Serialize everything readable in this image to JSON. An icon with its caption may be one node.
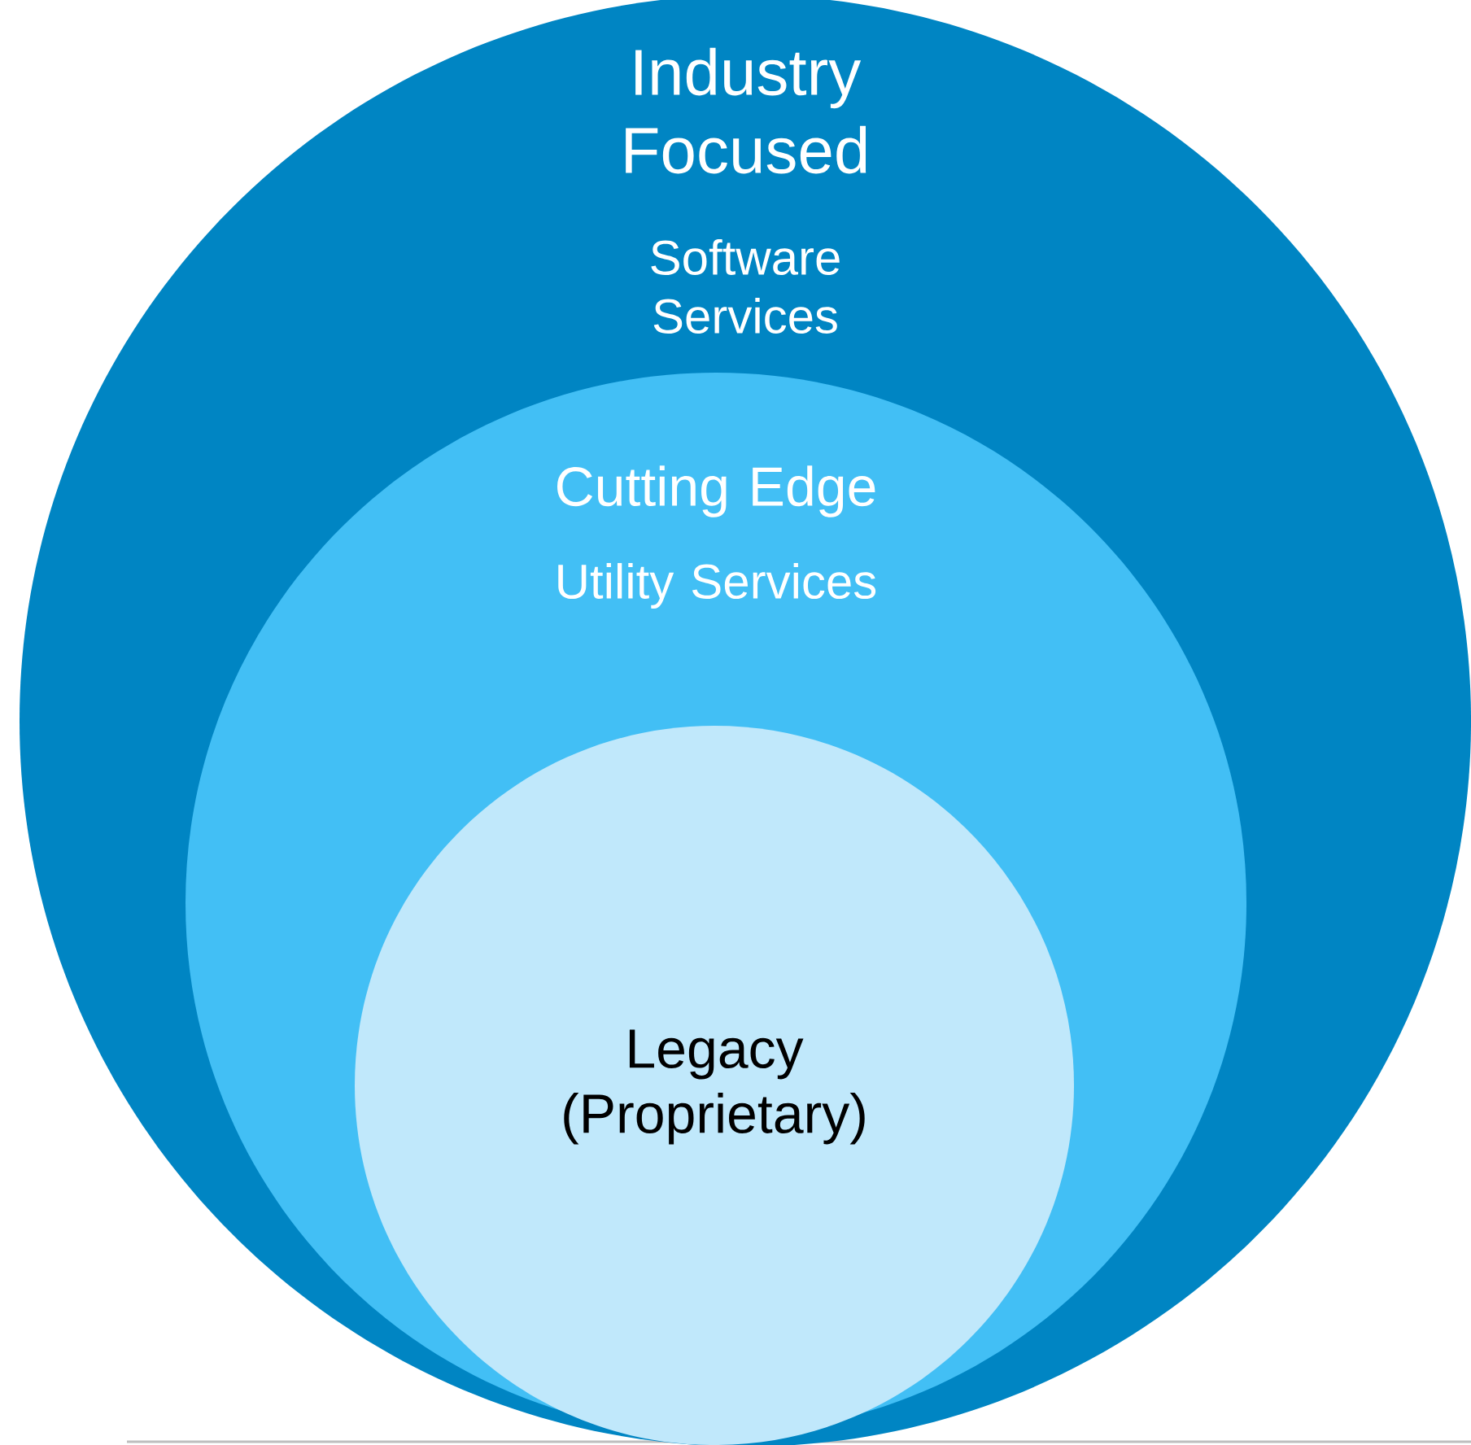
{
  "diagram": {
    "nodes": [
      {
        "text": [
          "Industry Focused",
          "Software Services"
        ]
      },
      {
        "text": [
          "Cutting Edge",
          "Utility Services"
        ],
        "in": 0
      },
      {
        "text": [
          "Legacy (Proprietary)"
        ],
        "in": 1
      }
    ]
  }
}
